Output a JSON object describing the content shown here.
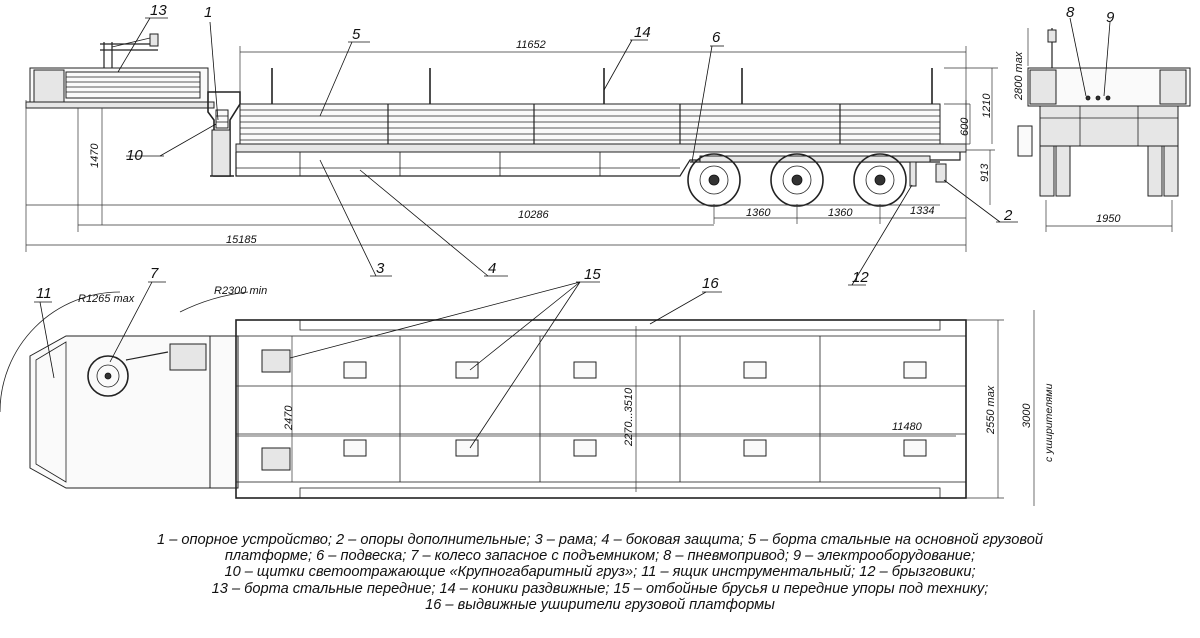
{
  "callouts": {
    "c1": "1",
    "c2": "2",
    "c3": "3",
    "c4": "4",
    "c5": "5",
    "c6": "6",
    "c7": "7",
    "c8": "8",
    "c9": "9",
    "c10": "10",
    "c11": "11",
    "c12": "12",
    "c13": "13",
    "c14": "14",
    "c15": "15",
    "c16": "16"
  },
  "dimensions": {
    "overall_length": "15185",
    "platform_length": "11652",
    "base_length": "10286",
    "axle_spacing_1": "1360",
    "axle_spacing_2": "1360",
    "rear_overhang": "1334",
    "coupling_height": "1470",
    "side_height": "600",
    "stake_height": "1210",
    "deck_height": "913",
    "max_height": "2800 max",
    "track_width": "1950",
    "width_2470": "2470",
    "width_range": "2270...3510",
    "platform_inner_length": "11480",
    "width_max": "2550 max",
    "width_extended": "3000",
    "width_extended_note": "с уширителями",
    "radius_front": "R1265 max",
    "radius_turn": "R2300 min"
  },
  "legend_lines": [
    "1 – опорное устройство; 2 – опоры дополнительные; 3 – рама; 4 – боковая защита; 5 – борта стальные на основной грузовой",
    "платформе; 6 – подвеска; 7 – колесо запасное с подъемником; 8 – пневмопривод; 9 – электрооборудование;",
    "10 – щитки светоотражающие «Крупногабаритный груз»; 11 – ящик инструментальный; 12 – брызговики;",
    "13 – борта стальные передние; 14 – коники раздвижные; 15 – отбойные брусья и передние упоры под технику;",
    "16 – выдвижные уширители грузовой платформы"
  ]
}
